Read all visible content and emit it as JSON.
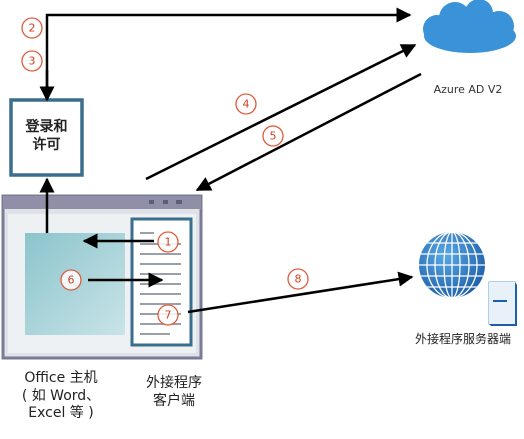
{
  "login_box": {
    "line1": "登录和",
    "line2": "许可"
  },
  "azure": {
    "label": "Azure AD V2"
  },
  "server": {
    "label": "外接程序服务器端"
  },
  "office_host": {
    "line1": "Office 主机",
    "line2": "( 如 Word、",
    "line3": "Excel 等 )"
  },
  "addin_client": {
    "line1": "外接程序",
    "line2": "客户端"
  },
  "steps": [
    "1",
    "2",
    "3",
    "4",
    "5",
    "6",
    "7",
    "8"
  ],
  "colors": {
    "box_border": "#3b6e8c",
    "window_frame": "#7a7b96",
    "window_bg": "#e9ecef",
    "panel_fill": "#a6d2d8",
    "cloud": "#3a92d8",
    "globe": "#2c7fc6",
    "step_circle": "#e05a3a",
    "arrow": "#000000"
  }
}
